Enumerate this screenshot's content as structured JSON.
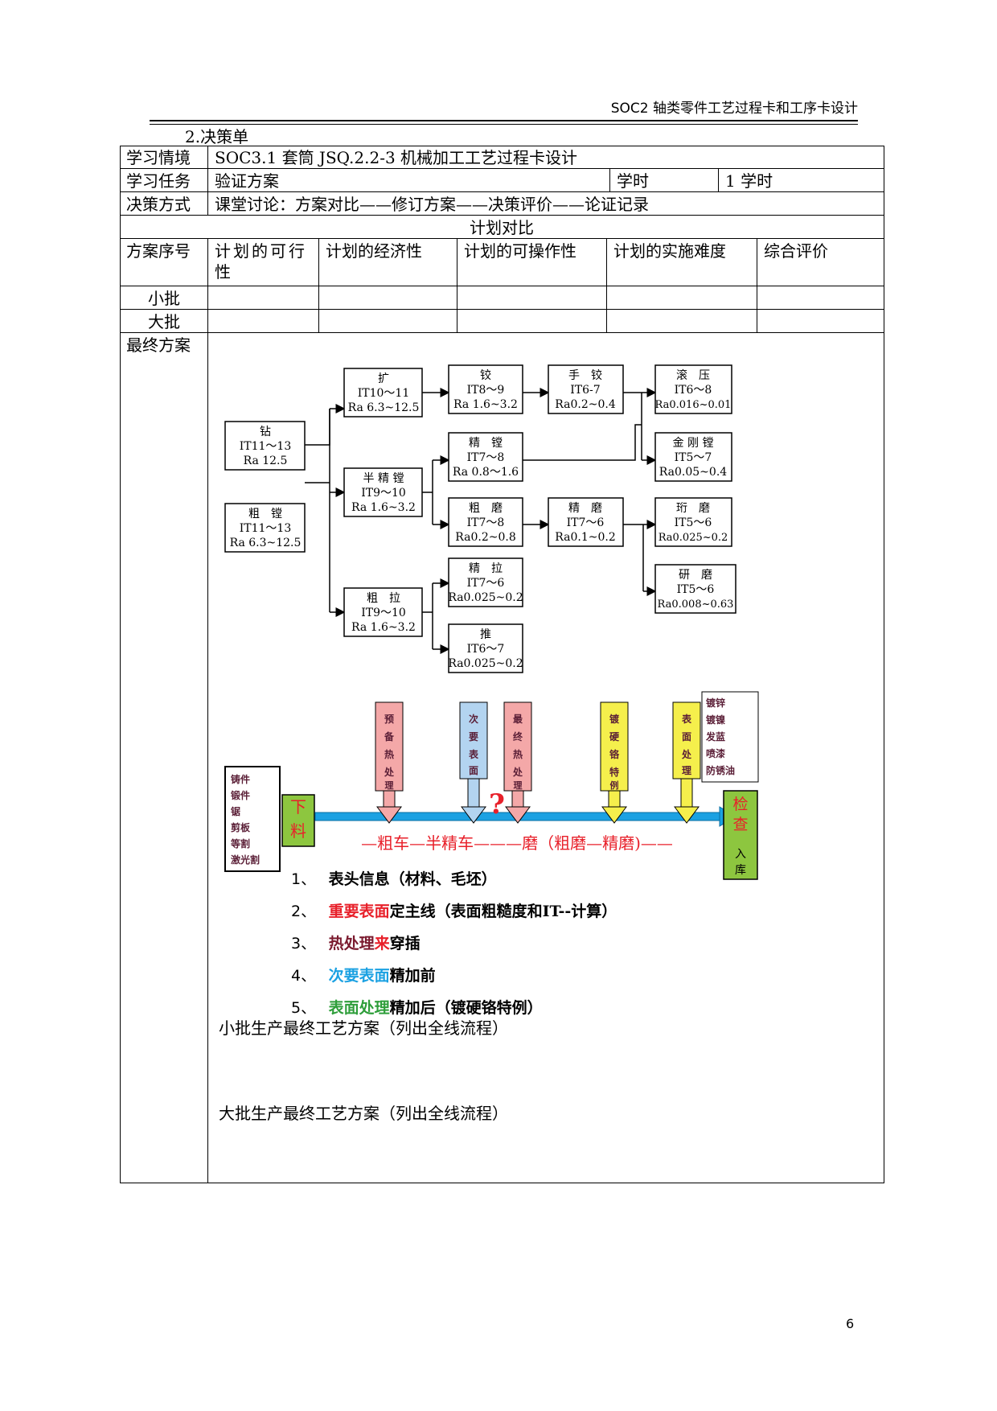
{
  "header": {
    "title": "SOC2 轴类零件工艺过程卡和工序卡设计"
  },
  "section_title": "2.决策单",
  "table": {
    "rows": {
      "situation": {
        "label": "学习情境",
        "value": "SOC3.1 套筒 JSQ.2.2-3 机械加工工艺过程卡设计"
      },
      "task": {
        "label": "学习任务",
        "value": "验证方案",
        "hours_label": "学时",
        "hours_value": "1 学时"
      },
      "method": {
        "label": "决策方式",
        "value": "课堂讨论：方案对比——修订方案——决策评价——论证记录"
      }
    },
    "plan_compare_title": "计划对比",
    "columns": [
      "方案序号",
      "计划的可行性",
      "计划的经济性",
      "计划的可操作性",
      "计划的实施难度",
      "综合评价"
    ],
    "plan_rows": [
      "小批",
      "大批"
    ],
    "final_label": "最终方案"
  },
  "process_tree": {
    "nodes": {
      "zuan": [
        "钻",
        "IT11～13",
        "Ra 12.5"
      ],
      "cutang": [
        "粗　镗",
        "IT11～13",
        "Ra 6.3~12.5"
      ],
      "kuo": [
        "扩",
        "IT10～11",
        "Ra 6.3~12.5"
      ],
      "banjingtang": [
        "半 精 镗",
        "IT9～10",
        "Ra 1.6~3.2"
      ],
      "cula": [
        "粗　拉",
        "IT9～10",
        "Ra 1.6~3.2"
      ],
      "jiao": [
        "铰",
        "IT8～9",
        "Ra 1.6~3.2"
      ],
      "jingtang": [
        "精　镗",
        "IT7～8",
        "Ra 0.8～1.6"
      ],
      "cumo": [
        "粗　磨",
        "IT7～8",
        "Ra0.2~0.8"
      ],
      "jingla": [
        "精　拉",
        "IT7～6",
        "Ra0.025~0.2"
      ],
      "tui": [
        "推",
        "IT6～7",
        "Ra0.025~0.2"
      ],
      "shoujiao": [
        "手　铰",
        "IT6-7",
        "Ra0.2~0.4"
      ],
      "jingmo": [
        "精　磨",
        "IT7～6",
        "Ra0.1~0.2"
      ],
      "gunya": [
        "滚　压",
        "IT6～8",
        "Ra0.016~0.01"
      ],
      "jingangtang": [
        "金 刚 镗",
        "IT5～7",
        "Ra0.05~0.4"
      ],
      "hengmo": [
        "珩　磨",
        "IT5～6",
        "Ra0.025~0.2"
      ],
      "yanmo": [
        "研　磨",
        "IT5～6",
        "Ra0.008~0.63"
      ]
    }
  },
  "flow": {
    "blank_sources": [
      "铸件",
      "锻件",
      "锯",
      "剪板",
      "等割",
      "激光割"
    ],
    "start": "下料",
    "markers": {
      "pre_heat": "预备热处理",
      "secondary": "次要表面",
      "final_heat": "最终热处理",
      "chrome": "镀硬铬特例",
      "surface": "表面处理"
    },
    "surface_options": [
      "镀锌",
      "镀镍",
      "发蓝",
      "喷漆",
      "防锈油"
    ],
    "question_mark": "?",
    "main_line": "—粗车—半精车———磨（粗磨—精磨)——",
    "end": {
      "top": "检查",
      "bottom": "入库"
    },
    "colors": {
      "red": "#e8202a",
      "blue_arrow": "#1ba1e2",
      "green": "#8dc63f",
      "yellow": "#f5ef4c",
      "pink": "#f4a8a8",
      "light_blue": "#b3d4f0",
      "maroon": "#5a1e36"
    },
    "notes": [
      {
        "num": "1、",
        "parts": [
          {
            "text": "表头信息（材料、毛坯）",
            "color": "#000000"
          }
        ]
      },
      {
        "num": "2、",
        "parts": [
          {
            "text": "重要表面",
            "color": "#e8202a"
          },
          {
            "text": "定主线（表面粗糙度和IT--计算）",
            "color": "#000000"
          }
        ]
      },
      {
        "num": "3、",
        "parts": [
          {
            "text": "热处理",
            "color": "#7a1a2e"
          },
          {
            "text": "来",
            "color": "#e8202a"
          },
          {
            "text": "穿插",
            "color": "#000000"
          }
        ]
      },
      {
        "num": "4、",
        "parts": [
          {
            "text": "次要表面",
            "color": "#1ba1e2"
          },
          {
            "text": "精加前",
            "color": "#000000"
          }
        ]
      },
      {
        "num": "5、",
        "parts": [
          {
            "text": "表面处理",
            "color": "#2e9e3a"
          },
          {
            "text": "精加后（镀硬铬特例）",
            "color": "#000000"
          }
        ]
      }
    ]
  },
  "small_batch_plan": "小批生产最终工艺方案（列出全线流程）",
  "large_batch_plan": "大批生产最终工艺方案（列出全线流程）",
  "page_number": "6"
}
